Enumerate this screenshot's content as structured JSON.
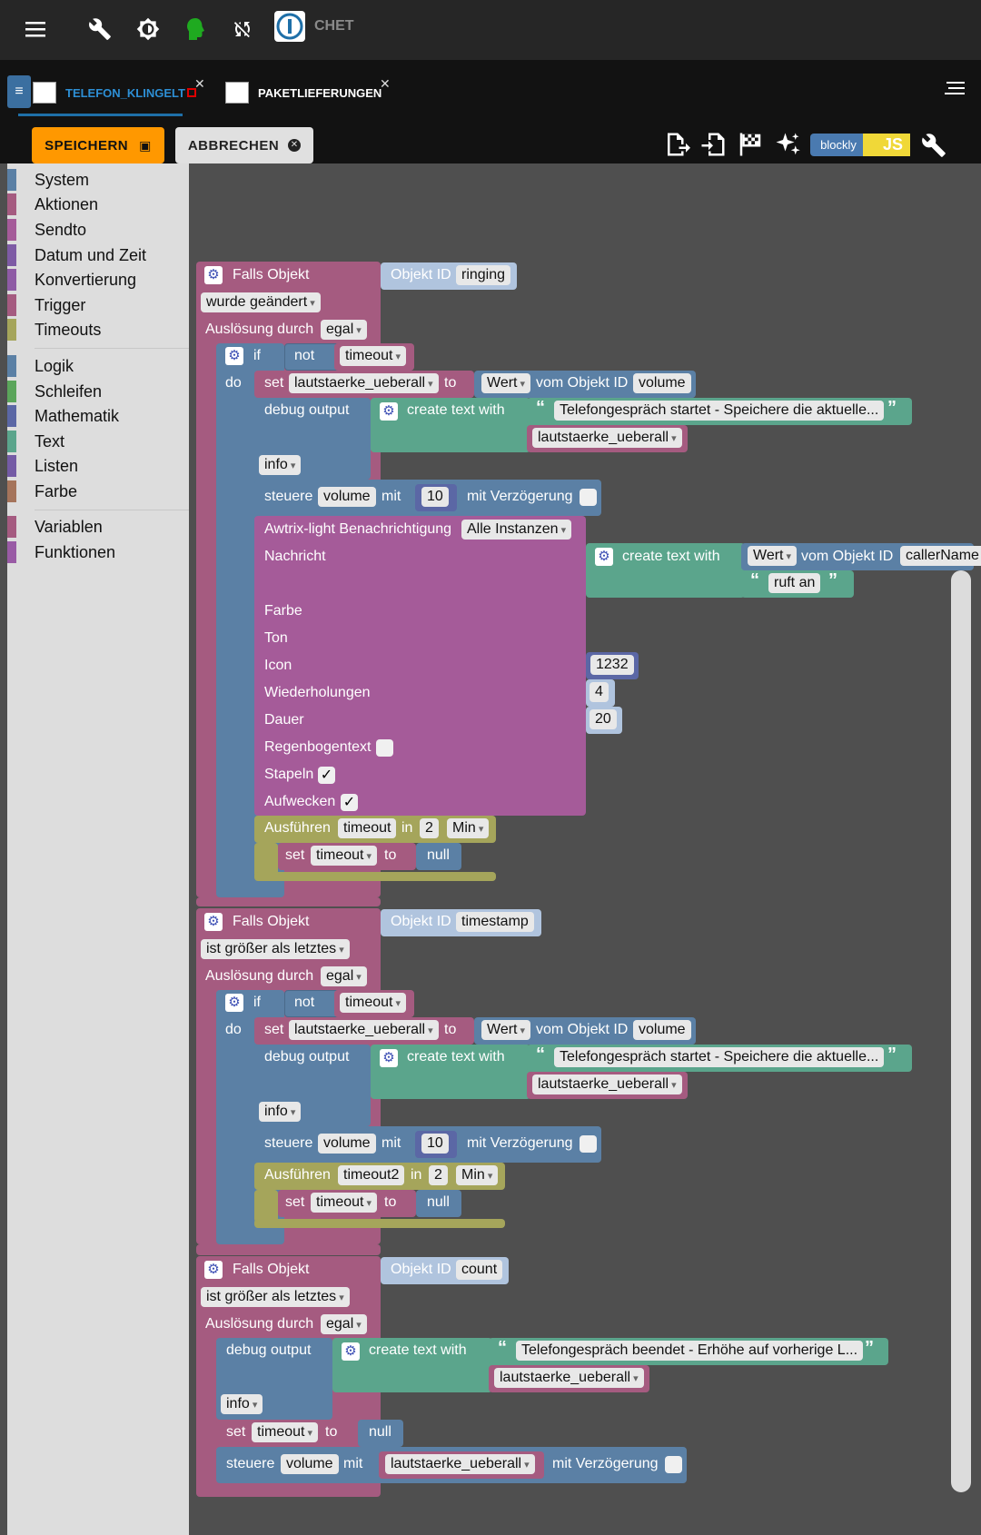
{
  "topbar": {
    "icons": [
      "menu-icon",
      "wrench-icon",
      "brightness-icon",
      "head-icon",
      "sync-off-icon"
    ],
    "brand": "CHET"
  },
  "tabs": [
    {
      "label": "TELEFON_KLINGELT",
      "active": true
    },
    {
      "label": "PAKETLIEFERUNGEN",
      "active": false
    }
  ],
  "toolbar": {
    "save_label": "SPEICHERN",
    "cancel_label": "ABBRECHEN",
    "blockly_label": "blockly",
    "js_label": "JS"
  },
  "sidebar": {
    "groups": [
      [
        {
          "label": "System",
          "color": "#5b80a5"
        },
        {
          "label": "Aktionen",
          "color": "#a55b80"
        },
        {
          "label": "Sendto",
          "color": "#a55b99"
        },
        {
          "label": "Datum und Zeit",
          "color": "#7e5ba5"
        },
        {
          "label": "Konvertierung",
          "color": "#8e5ba5"
        },
        {
          "label": "Trigger",
          "color": "#a55b80"
        },
        {
          "label": "Timeouts",
          "color": "#a5a55b"
        }
      ],
      [
        {
          "label": "Logik",
          "color": "#5b80a5"
        },
        {
          "label": "Schleifen",
          "color": "#5ba55b"
        },
        {
          "label": "Mathematik",
          "color": "#5b67a5"
        },
        {
          "label": "Text",
          "color": "#5ba58c"
        },
        {
          "label": "Listen",
          "color": "#745ba5"
        },
        {
          "label": "Farbe",
          "color": "#a5745b"
        }
      ],
      [
        {
          "label": "Variablen",
          "color": "#a55b80"
        },
        {
          "label": "Funktionen",
          "color": "#995ba5"
        }
      ]
    ]
  },
  "blocks": {
    "b1": {
      "falls": "Falls Objekt",
      "objid": "Objekt ID",
      "objval": "ringing",
      "cond": "wurde geändert",
      "ausl": "Auslösung durch",
      "egal": "egal",
      "if": "if",
      "not": "not",
      "timeout": "timeout",
      "do": "do",
      "set": "set",
      "var": "lautstaerke_ueberall",
      "to": "to",
      "wert": "Wert",
      "vom": "vom Objekt ID",
      "volume": "volume",
      "debug": "debug output",
      "ctw": "create text with",
      "msg": "Telefongespräch startet - Speichere die aktuelle...",
      "info": "info",
      "steuere": "steuere",
      "mit": "mit",
      "ten": "10",
      "verz": "mit Verzögerung",
      "awtrix": "Awtrix-light Benachrichtigung",
      "alle": "Alle Instanzen",
      "nachricht": "Nachricht",
      "callername": "callerName",
      "ruft": "ruft an",
      "farbe": "Farbe",
      "ton": "Ton",
      "icon": "Icon",
      "iconval": "1232",
      "wiederh": "Wiederholungen",
      "wiederhval": "4",
      "dauer": "Dauer",
      "dauerval": "20",
      "regen": "Regenbogentext",
      "stapeln": "Stapeln",
      "aufwecken": "Aufwecken",
      "ausf": "Ausführen",
      "in": "in",
      "two": "2",
      "min": "Min",
      "null": "null"
    },
    "b2": {
      "falls": "Falls Objekt",
      "objid": "Objekt ID",
      "objval": "timestamp",
      "cond": "ist größer als letztes",
      "ausl": "Auslösung durch",
      "egal": "egal",
      "timeout2": "timeout2"
    },
    "b3": {
      "falls": "Falls Objekt",
      "objid": "Objekt ID",
      "objval": "count",
      "cond": "ist größer als letztes",
      "msg": "Telefongespräch beendet - Erhöhe auf vorherige L..."
    }
  },
  "colors": {
    "trigger": "#a55b80",
    "logic": "#5b80a5",
    "text": "#5ba58c",
    "timeout": "#a5a55b",
    "awtrix": "#a55b99",
    "math": "#5b67a5"
  }
}
